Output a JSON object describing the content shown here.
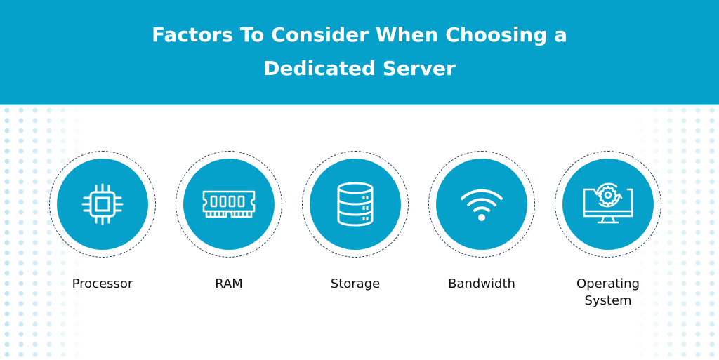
{
  "header": {
    "title_line1": "Factors To Consider When Choosing a",
    "title_line2": "Dedicated Server",
    "background_color": "#05a1cb"
  },
  "factors": [
    {
      "label": "Processor",
      "icon": "cpu-chip-icon"
    },
    {
      "label": "RAM",
      "icon": "ram-module-icon"
    },
    {
      "label": "Storage",
      "icon": "database-storage-icon"
    },
    {
      "label": "Bandwidth",
      "icon": "wifi-icon"
    },
    {
      "label_line1": "Operating",
      "label_line2": "System",
      "icon": "monitor-gear-icon"
    }
  ],
  "colors": {
    "accent": "#05a1cb",
    "dashed_ring": "#2a3b52",
    "label_text": "#111111",
    "dot_pattern": "#bfe5f2"
  }
}
